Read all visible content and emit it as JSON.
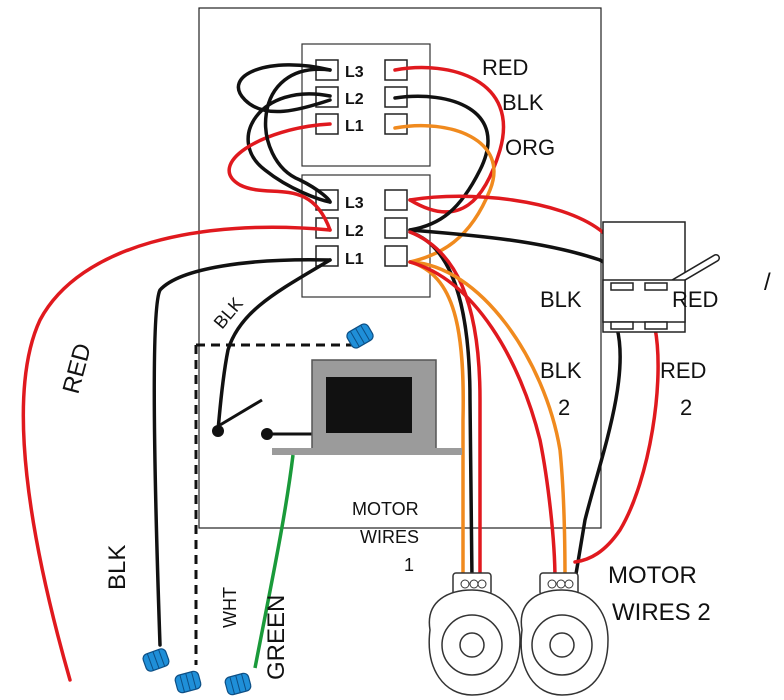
{
  "diagram": {
    "upper_block": {
      "terminals": [
        "L3",
        "L2",
        "L1"
      ]
    },
    "lower_block": {
      "terminals": [
        "L3",
        "L2",
        "L1"
      ]
    },
    "labels": {
      "red_top": "RED",
      "blk_top": "BLK",
      "org_top": "ORG",
      "red_left": "RED",
      "blk_diag": "BLK",
      "blk_left": "BLK",
      "wht": "WHT",
      "green": "GREEN",
      "switch_blk": "BLK",
      "switch_red": "RED",
      "switch_blk2_line1": "BLK",
      "switch_blk2_line2": "2",
      "switch_red2_line1": "RED",
      "switch_red2_line2": "2",
      "motor1_line1": "MOTOR",
      "motor1_line2": "WIRES",
      "motor1_line3": "1",
      "motor2_line1": "MOTOR",
      "motor2_line2": "WIRES 2"
    },
    "colors": {
      "red_wire": "#e0191e",
      "black_wire": "#111111",
      "orange_wire": "#f08a1e",
      "green_wire": "#1a9a3a",
      "wire_nut": "#1f8fd8",
      "transformer": "#999999"
    }
  }
}
